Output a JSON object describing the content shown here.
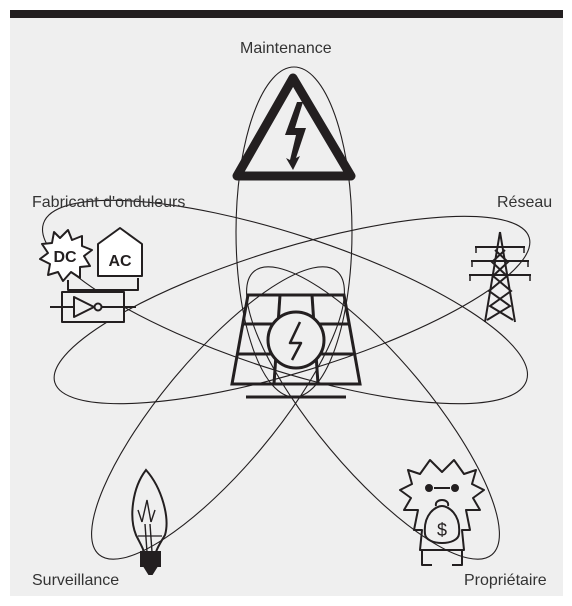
{
  "labels": {
    "maintenance": "Maintenance",
    "inverter_maker": "Fabricant d'onduleurs",
    "grid": "Réseau",
    "monitoring": "Surveillance",
    "owner": "Propriétaire"
  },
  "icons": {
    "inverter": {
      "dc": "DC",
      "ac": "AC"
    },
    "owner_bag_symbol": "$"
  },
  "colors": {
    "stroke": "#231f20",
    "background": "#efefef",
    "top_bar": "#231f20"
  }
}
